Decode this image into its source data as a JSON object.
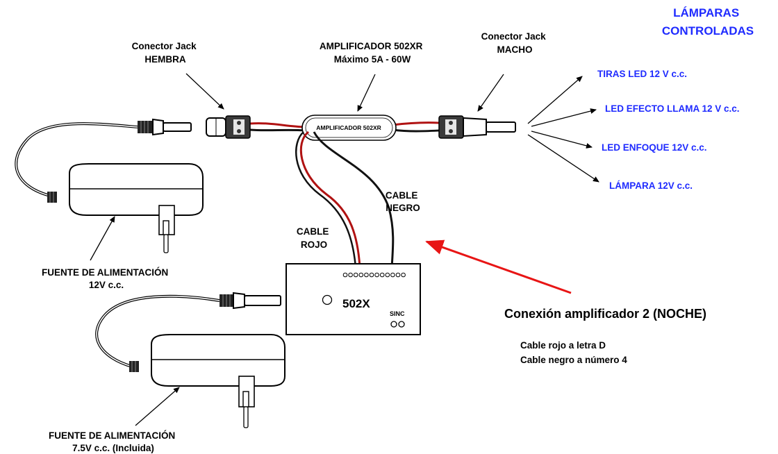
{
  "labels": {
    "jack_female": [
      "Conector Jack",
      "HEMBRA"
    ],
    "amplifier": [
      "AMPLIFICADOR 502XR",
      "Máximo 5A - 60W"
    ],
    "jack_male": [
      "Conector Jack",
      "MACHO"
    ],
    "amplifier_body": "AMPLIFICADOR 502XR",
    "cable_black": [
      "CABLE",
      "NEGRO"
    ],
    "cable_red": [
      "CABLE",
      "ROJO"
    ],
    "psu_12v": [
      "FUENTE DE ALIMENTACIÓN",
      "12V c.c."
    ],
    "psu_75v": [
      "FUENTE DE ALIMENTACIÓN",
      "7.5V c.c. (Incluida)"
    ],
    "controller": "502X",
    "sinc": "SINC",
    "connection_title": "Conexión amplificador 2 (NOCHE)",
    "instructions": [
      "Cable rojo a letra D",
      "Cable negro a número 4"
    ]
  },
  "lamps": {
    "title": [
      "LÁMPARAS",
      "CONTROLADAS"
    ],
    "items": [
      "TIRAS LED 12 V c.c.",
      "LED EFECTO LLAMA 12 V c.c.",
      "LED ENFOQUE 12V c.c.",
      "LÁMPARA 12V c.c."
    ]
  },
  "colors": {
    "lamp_text": "#1f2bff",
    "red_cable": "#b01212",
    "black_cable": "#111111",
    "pointer_arrow": "#e81515"
  }
}
